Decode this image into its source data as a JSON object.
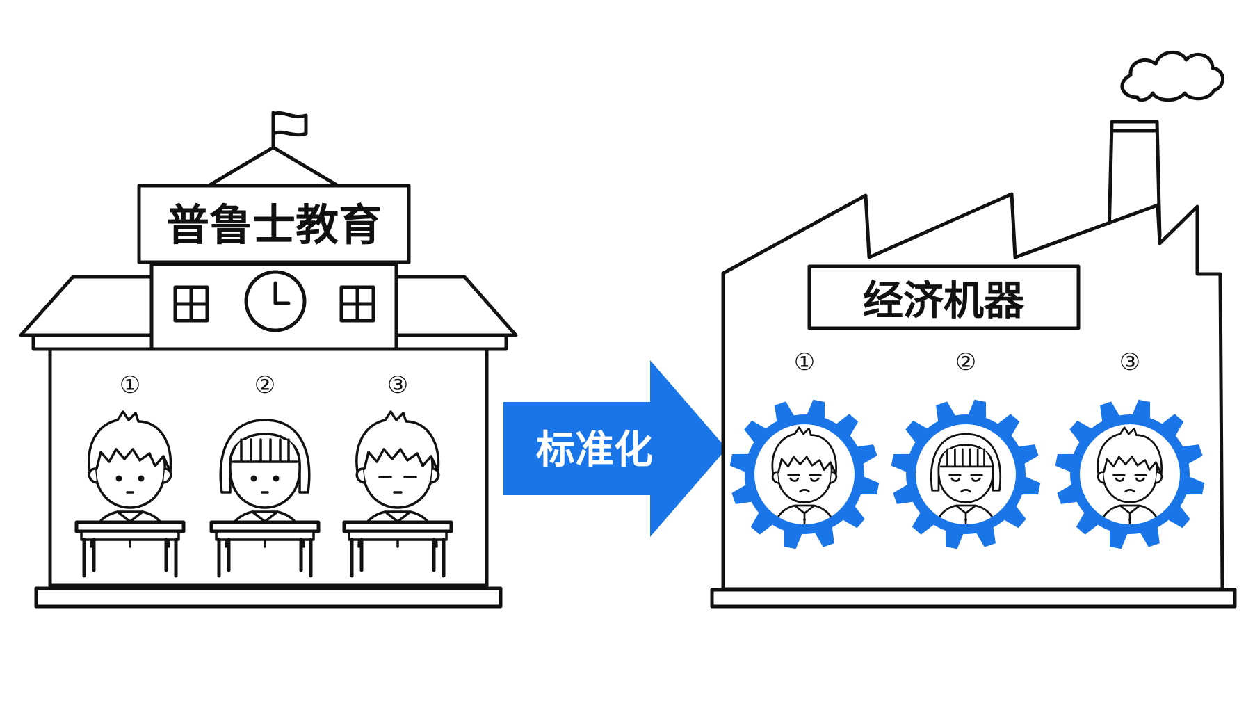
{
  "school": {
    "sign": "普鲁士教育",
    "seats": [
      {
        "number": "①",
        "kind": "boy",
        "face": "neutral"
      },
      {
        "number": "②",
        "kind": "girl",
        "face": "neutral"
      },
      {
        "number": "③",
        "kind": "boy",
        "face": "sleepy"
      }
    ]
  },
  "arrow": {
    "label": "标准化",
    "color": "#1a75e8"
  },
  "factory": {
    "sign": "经济机器",
    "gears": [
      {
        "number": "①",
        "kind": "boy"
      },
      {
        "number": "②",
        "kind": "girl"
      },
      {
        "number": "③",
        "kind": "boy"
      }
    ],
    "gear_color": "#1a75e8"
  },
  "colors": {
    "ink": "#111111",
    "accent": "#1a75e8",
    "background": "#ffffff"
  }
}
